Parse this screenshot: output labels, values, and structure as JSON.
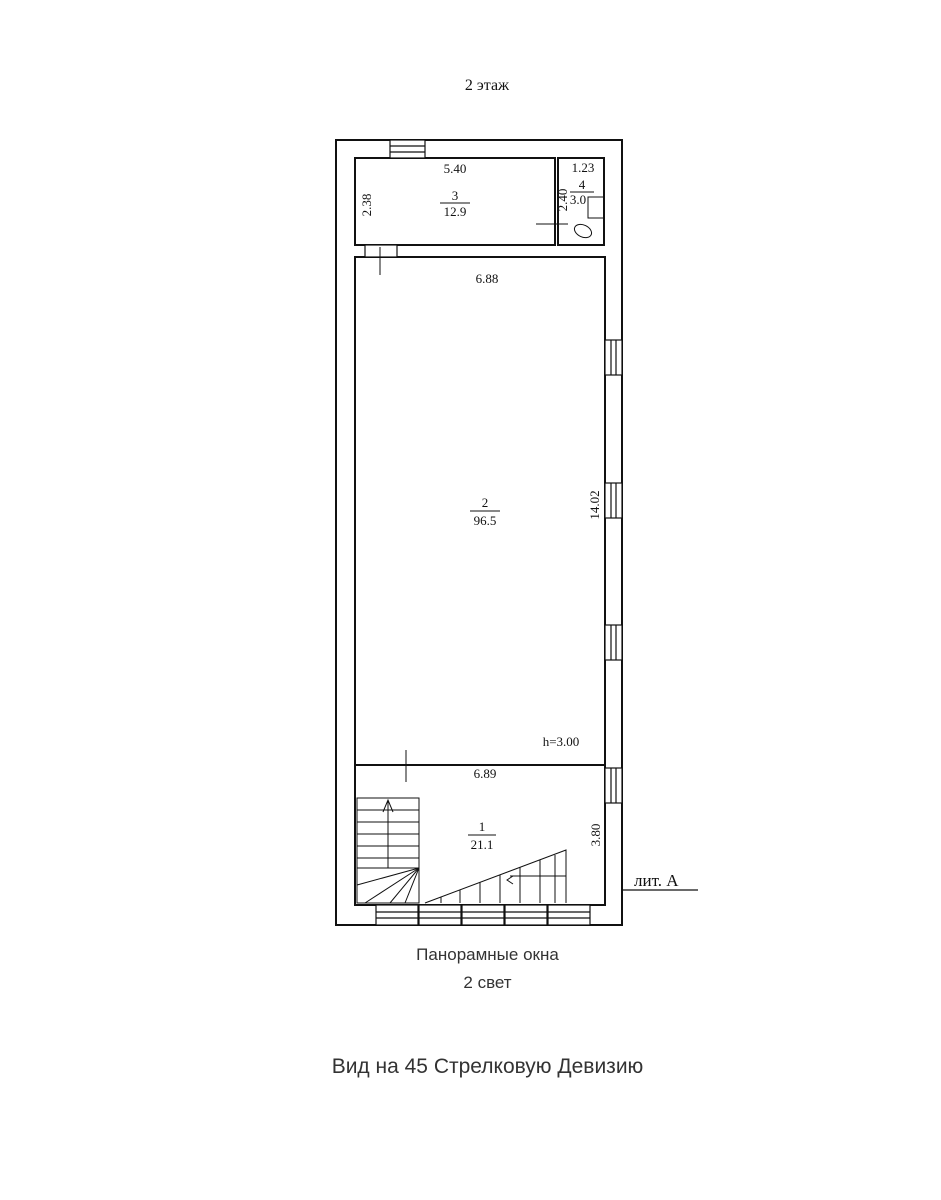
{
  "floor_title": "2 этаж",
  "rooms": [
    {
      "number": "1",
      "area": "21.1",
      "width": "6.89",
      "length": "3.80"
    },
    {
      "number": "2",
      "area": "96.5",
      "width": "6.88",
      "length": "14.02",
      "height": "h=3.00"
    },
    {
      "number": "3",
      "area": "12.9",
      "width": "5.40",
      "length": "2.38"
    },
    {
      "number": "4",
      "area": "3.0",
      "width": "1.23",
      "length": "2.40"
    }
  ],
  "building_label": "лит. А",
  "captions": {
    "windows_line1": "Панорамные окна",
    "windows_line2": "2 свет",
    "view": "Вид на 45 Стрелковую Девизию"
  }
}
